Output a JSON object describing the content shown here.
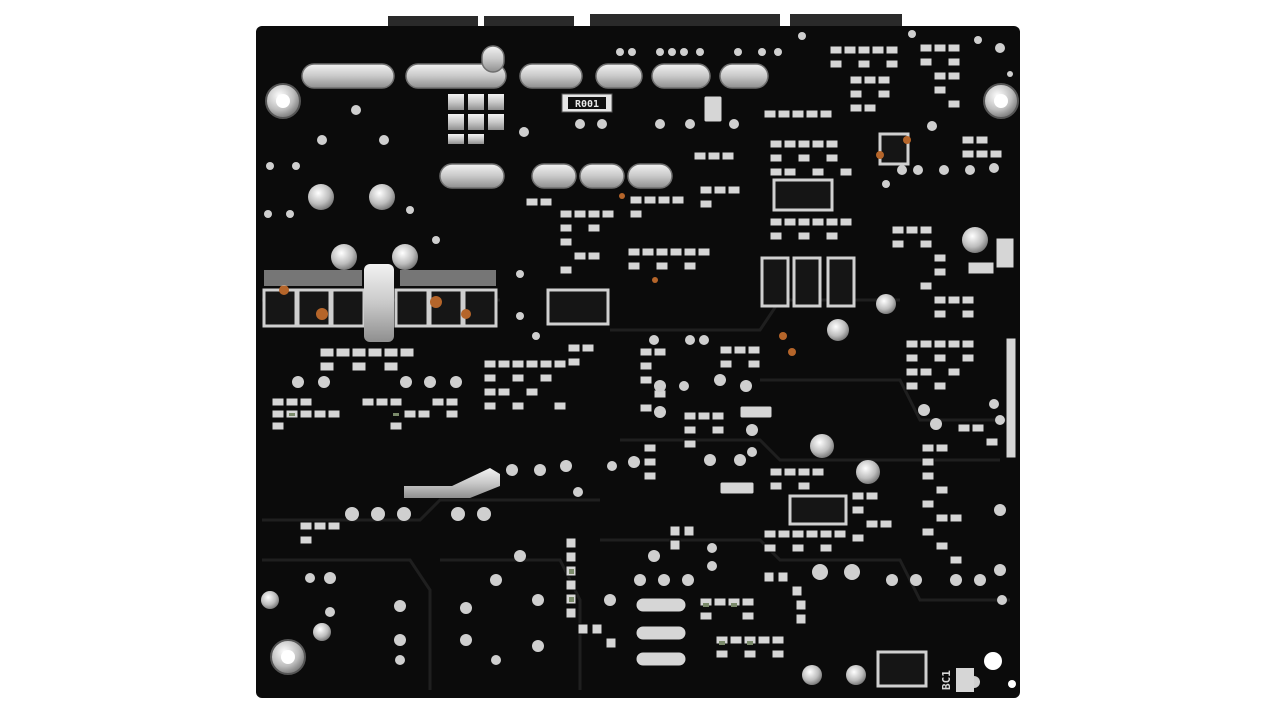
{
  "photo": {
    "subject": "circuit-board-underside",
    "colors": {
      "background": "#ffffff",
      "board": "#0b0b0b",
      "solder": "#d6d6d6",
      "solder_shadow": "#8c8c8c",
      "component": "#1a1a1a",
      "copper_dot": "#b5652a",
      "trace": "#1c1c1c"
    },
    "markings": {
      "resistor_label": "R001",
      "corner_label": "BC1"
    }
  }
}
